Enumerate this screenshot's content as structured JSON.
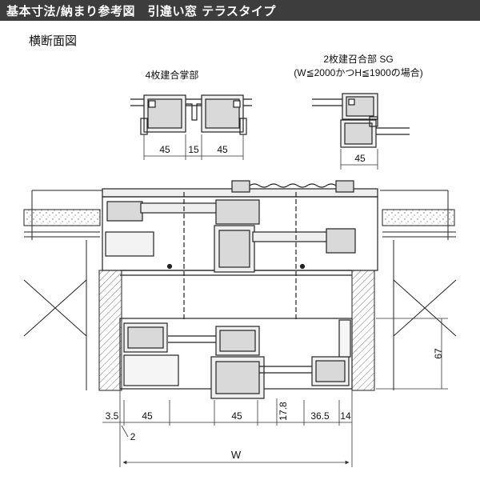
{
  "header": {
    "title": "基本寸法/納まり参考図　引違い窓 テラスタイプ",
    "background": "#3d3d3d",
    "text_color": "#ffffff"
  },
  "section": {
    "label": "横断面図"
  },
  "details": {
    "left_title": "4枚建合掌部",
    "right_title_line1": "2枚建召合部 SG",
    "right_title_line2": "(W≦2000かつH≦1900の場合)"
  },
  "dimensions": {
    "d1": "45",
    "d2": "15",
    "d3": "45",
    "d4": "45",
    "b1": "3.5",
    "b2": "45",
    "b3": "45",
    "b4": "17.8",
    "b5": "36.5",
    "b6": "14",
    "b7": "2",
    "b8": "67",
    "width": "W"
  },
  "colors": {
    "line": "#222222",
    "profile_fill": "#d9d9d9",
    "hatch": "#555555",
    "dim": "#333333"
  }
}
